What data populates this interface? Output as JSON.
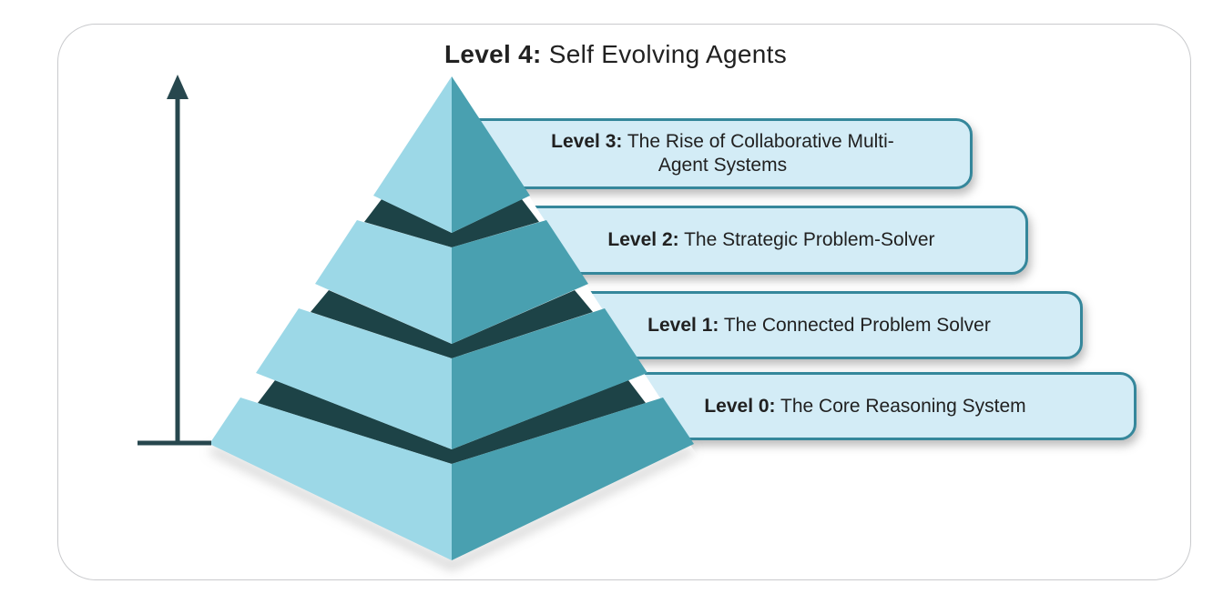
{
  "title": {
    "prefix": "Level 4:",
    "name": "Self Evolving Agents"
  },
  "levels": [
    {
      "id": "level-3",
      "prefix": "Level 3:",
      "name": "The Rise of Collaborative Multi-Agent Systems"
    },
    {
      "id": "level-2",
      "prefix": "Level 2:",
      "name": "The Strategic Problem-Solver"
    },
    {
      "id": "level-1",
      "prefix": "Level 1:",
      "name": "The Connected Problem Solver"
    },
    {
      "id": "level-0",
      "prefix": "Level 0:",
      "name": "The Core Reasoning System"
    }
  ],
  "pyramid": {
    "segment_count": 4,
    "orientation": "apex-up",
    "axis_meaning": "increasing capability (upward arrow)"
  },
  "colors": {
    "banner_fill": "#d3ecf6",
    "banner_border": "#35879b",
    "face_light": "#9cd8e7",
    "face_dark": "#49a0b0",
    "band_dark": "#1d4347",
    "axis": "#27474e",
    "frame_border": "#c9cacd",
    "text": "#212121"
  }
}
